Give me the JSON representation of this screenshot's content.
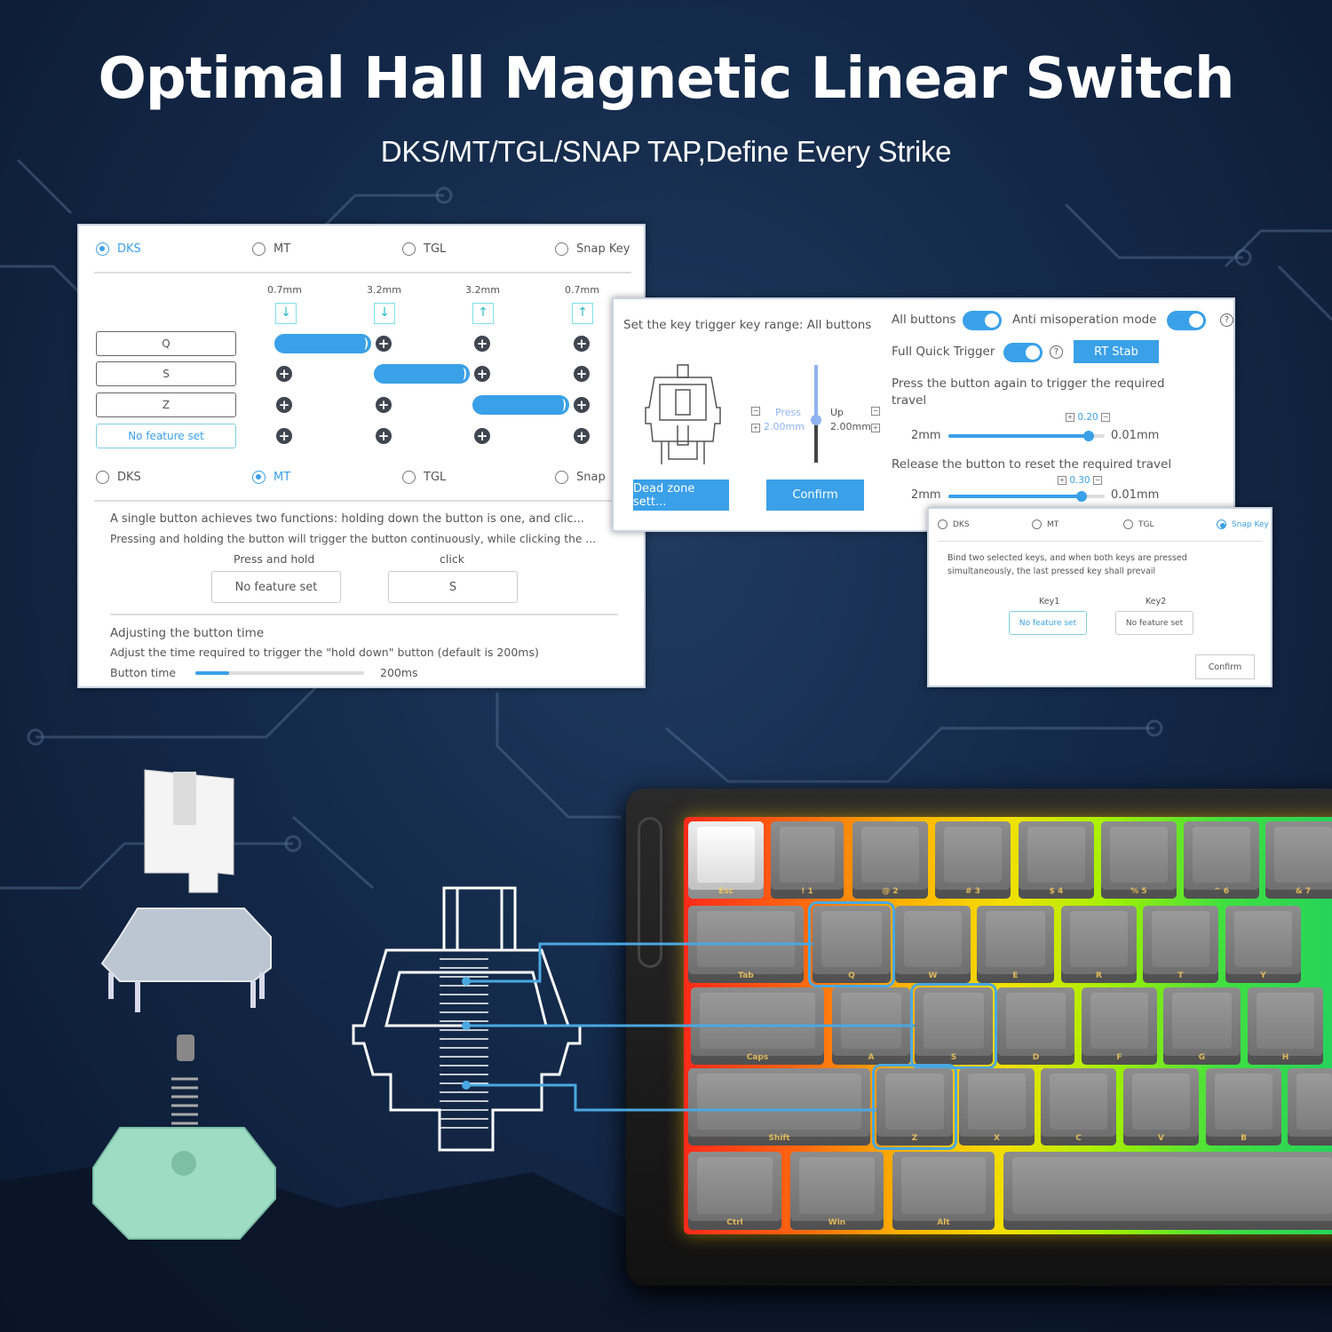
{
  "headline": "Optimal Hall Magnetic Linear Switch",
  "subheadline": "DKS/MT/TGL/SNAP TAP,Define Every Strike",
  "colors": {
    "accent": "#3aa0e8",
    "background": "#142a4a",
    "connector": "#4aa8e0"
  },
  "dks_panel": {
    "modes": [
      "DKS",
      "MT",
      "TGL",
      "Snap Key"
    ],
    "selected_mode": "DKS",
    "travel_labels": [
      "0.7mm",
      "3.2mm",
      "3.2mm",
      "0.7mm"
    ],
    "travel_icons": [
      "press-start-icon",
      "press-bottom-icon",
      "release-bottom-icon",
      "release-end-icon"
    ],
    "keys": [
      "Q",
      "S",
      "Z",
      "No feature set"
    ]
  },
  "mt_panel": {
    "modes": [
      "DKS",
      "MT",
      "TGL",
      "Snap"
    ],
    "selected_mode": "MT",
    "desc1": "A single button achieves two functions: holding down the button is one, and clic...",
    "desc2": "Pressing and holding the button will trigger the button continuously, while clicking the ...",
    "hold_label": "Press and hold",
    "hold_value": "No feature set",
    "click_label": "click",
    "click_value": "S",
    "time_title": "Adjusting the button time",
    "time_desc": "Adjust the time required to trigger the \"hold down\" button (default is 200ms)",
    "time_label": "Button time",
    "time_value": "200ms",
    "time_fill_percent": 20
  },
  "rt_panel": {
    "range_label": "Set the key trigger key range: All buttons",
    "press_label": "Press",
    "press_value": "2.00mm",
    "up_label": "Up",
    "up_value": "2.00mm",
    "dead_zone_button": "Dead zone sett...",
    "confirm_button": "Confirm",
    "all_buttons_label": "All buttons",
    "all_buttons_on": true,
    "anti_label": "Anti misoperation mode",
    "anti_on": true,
    "fqt_label": "Full Quick Trigger",
    "fqt_on": true,
    "rt_stab_button": "RT Stab",
    "press_again_text": "Press the button again to trigger the required travel",
    "press_again_value": "0.20",
    "release_text": "Release the button to reset the required travel",
    "release_value": "0.30",
    "slider_min": "2mm",
    "slider_max": "0.01mm"
  },
  "snap_panel": {
    "modes": [
      "DKS",
      "MT",
      "TGL",
      "Snap Key"
    ],
    "selected_mode": "Snap Key",
    "desc": "Bind two selected keys, and when both keys are pressed simultaneously, the last pressed key shall prevail",
    "key1_label": "Key1",
    "key1_value": "No feature set",
    "key2_label": "Key2",
    "key2_value": "No feature set",
    "confirm_button": "Confirm"
  },
  "keyboard": {
    "rows": [
      [
        "Esc",
        "! 1",
        "@ 2",
        "# 3",
        "$ 4",
        "% 5",
        "^ 6",
        "& 7"
      ],
      [
        "Tab",
        "Q",
        "W",
        "E",
        "R",
        "T",
        "Y"
      ],
      [
        "Caps",
        "A",
        "S",
        "D",
        "F",
        "G",
        "H"
      ],
      [
        "Shift",
        "Z",
        "X",
        "C",
        "V",
        "B",
        ""
      ],
      [
        "Ctrl",
        "Win",
        "Alt",
        ""
      ]
    ],
    "highlighted": [
      "Q",
      "S",
      "Z"
    ]
  }
}
